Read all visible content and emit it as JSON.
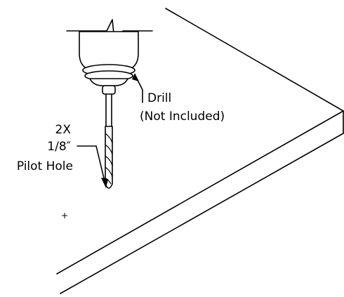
{
  "callouts": {
    "drill": {
      "line1": "Drill",
      "line2": "(Not Included)"
    },
    "pilot_hole": {
      "line1": "2X",
      "line2": "1/8″",
      "line3": "Pilot Hole"
    }
  },
  "center_mark": "+",
  "colors": {
    "ink": "#000000",
    "paper": "#ffffff"
  }
}
